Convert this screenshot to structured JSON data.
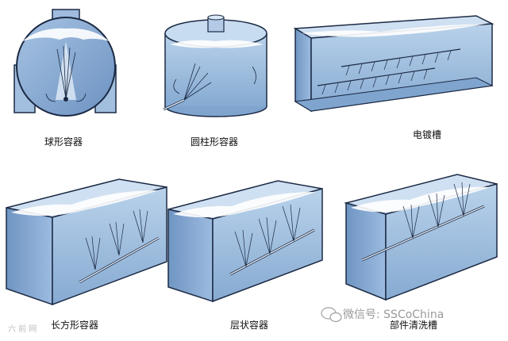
{
  "captions": {
    "spherical": "球形容器",
    "cylindrical": "圆柱形容器",
    "plating_tank": "电镀槽",
    "rectangular": "长方形容器",
    "layered": "层状容器",
    "parts_cleaning": "部件清洗槽"
  },
  "watermark": {
    "text": "微信号: SSCoChina",
    "corner": "六 前 网"
  },
  "colors": {
    "water": "#a9c6e4",
    "water_dark": "#7fa5cf",
    "outline": "#1c2a44",
    "foam": "#ffffff"
  }
}
